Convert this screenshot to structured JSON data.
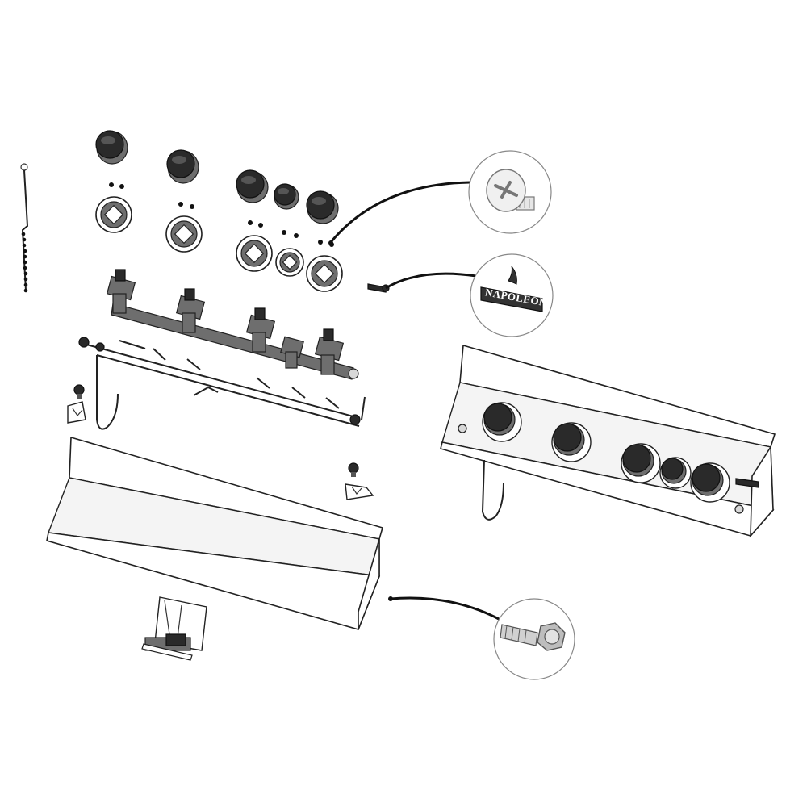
{
  "diagram": {
    "brand_badge_text": "NAPOLEON",
    "callouts": [
      {
        "id": "phillips-screw",
        "icon": "phillips-screw-icon"
      },
      {
        "id": "napoleon-badge",
        "icon": "napoleon-logo-icon"
      },
      {
        "id": "hex-self-tapping-screw",
        "icon": "hex-screw-icon"
      }
    ],
    "parts": [
      "control-knobs",
      "knob-bezels",
      "gas-valve-manifold",
      "side-burner-tube-assembly",
      "front-control-panel",
      "assembled-control-panel",
      "rotisserie-bracket",
      "ignition-wire",
      "mounting-clips",
      "screws"
    ]
  }
}
